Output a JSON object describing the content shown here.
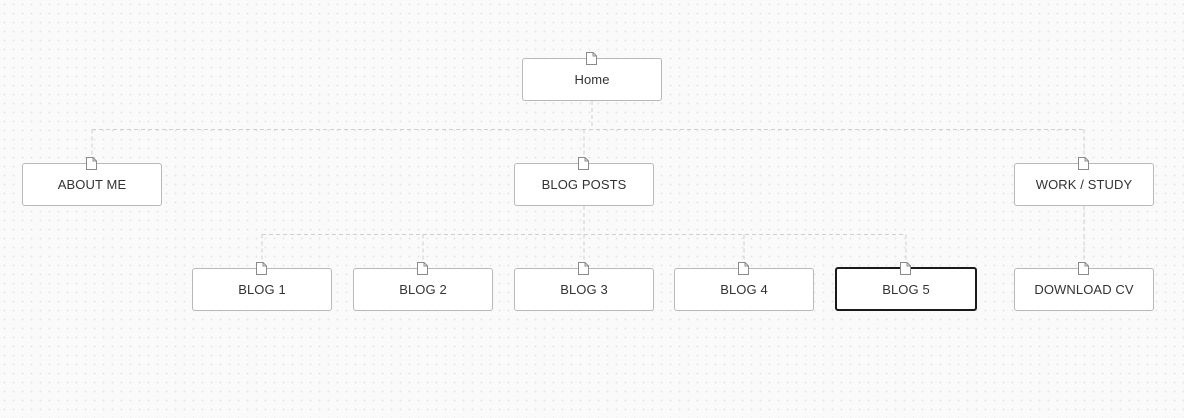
{
  "diagram": {
    "nodes": {
      "home": {
        "label": "Home",
        "icon": "page-icon"
      },
      "about": {
        "label": "ABOUT ME",
        "icon": "page-icon"
      },
      "blog_posts": {
        "label": "BLOG POSTS",
        "icon": "page-icon"
      },
      "work": {
        "label": "WORK / STUDY",
        "icon": "page-icon"
      },
      "blog1": {
        "label": "BLOG 1",
        "icon": "page-icon"
      },
      "blog2": {
        "label": "BLOG 2",
        "icon": "page-icon"
      },
      "blog3": {
        "label": "BLOG 3",
        "icon": "page-icon"
      },
      "blog4": {
        "label": "BLOG 4",
        "icon": "page-icon"
      },
      "blog5": {
        "label": "BLOG 5",
        "icon": "page-icon",
        "selected": true
      },
      "cv": {
        "label": "DOWNLOAD CV",
        "icon": "page-icon"
      }
    },
    "edges": [
      [
        "home",
        "about"
      ],
      [
        "home",
        "blog_posts"
      ],
      [
        "home",
        "work"
      ],
      [
        "blog_posts",
        "blog1"
      ],
      [
        "blog_posts",
        "blog2"
      ],
      [
        "blog_posts",
        "blog3"
      ],
      [
        "blog_posts",
        "blog4"
      ],
      [
        "blog_posts",
        "blog5"
      ],
      [
        "work",
        "cv"
      ]
    ]
  },
  "colors": {
    "node_border": "#b9b9b9",
    "selected_border": "#1a1a1a",
    "connector": "#cfcfcf",
    "text": "#333333"
  }
}
